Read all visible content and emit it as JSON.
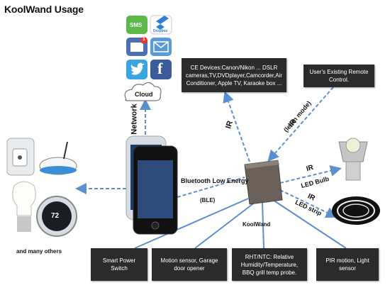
{
  "title": "KoolWand Usage",
  "cloud_label": "Cloud",
  "network_label": "Network",
  "app_icons": {
    "sms": "SMS",
    "dropbox": "Dropbox",
    "badge": "1"
  },
  "ce_box": {
    "line1": "CE Devices:Canon/Nikon ... DSLR",
    "line2": "cameras,TV,DVDplayer,Camcorder,Air",
    "line3": "Conditioner, Apple TV, Karaoke box ..."
  },
  "remote_box": {
    "line1": "User's Existing Remote",
    "line2": "Control."
  },
  "ir_labels": {
    "ir_ce": "IR",
    "ir_remote": "IR",
    "learn_mode": "(learn mode)",
    "ir_bulb": "IR",
    "led_bulb": "LED Bulb",
    "ir_strip": "IR",
    "led_strip": "LED strip"
  },
  "ble": {
    "line1": "Bluetooth Low Energy",
    "line2": "(BLE)"
  },
  "device_label": "KoolWand",
  "thermostat_value": "72",
  "many_others": "and many others",
  "bottom_boxes": [
    {
      "line1": "Smart Power",
      "line2": "Switch"
    },
    {
      "line1": "Motion sensor, Garage",
      "line2": "door opener"
    },
    {
      "line1": "RHT/NTC: Relative",
      "line2": "Humidity/Temperature,",
      "line3": "BBQ grill temp probe."
    },
    {
      "line1": "PIR motion, Light",
      "line2": "sensor"
    }
  ],
  "colors": {
    "dashed": "#5b8fd0",
    "solid": "#5b8fd0",
    "box": "#2b2b2b",
    "twitter": "#3aa5e0",
    "facebook": "#3b5b9a",
    "sms": "#5cb849",
    "dropbox": "#2f7fd6",
    "mail": "#5a9ad6",
    "calendar": "#4a6fb5"
  }
}
